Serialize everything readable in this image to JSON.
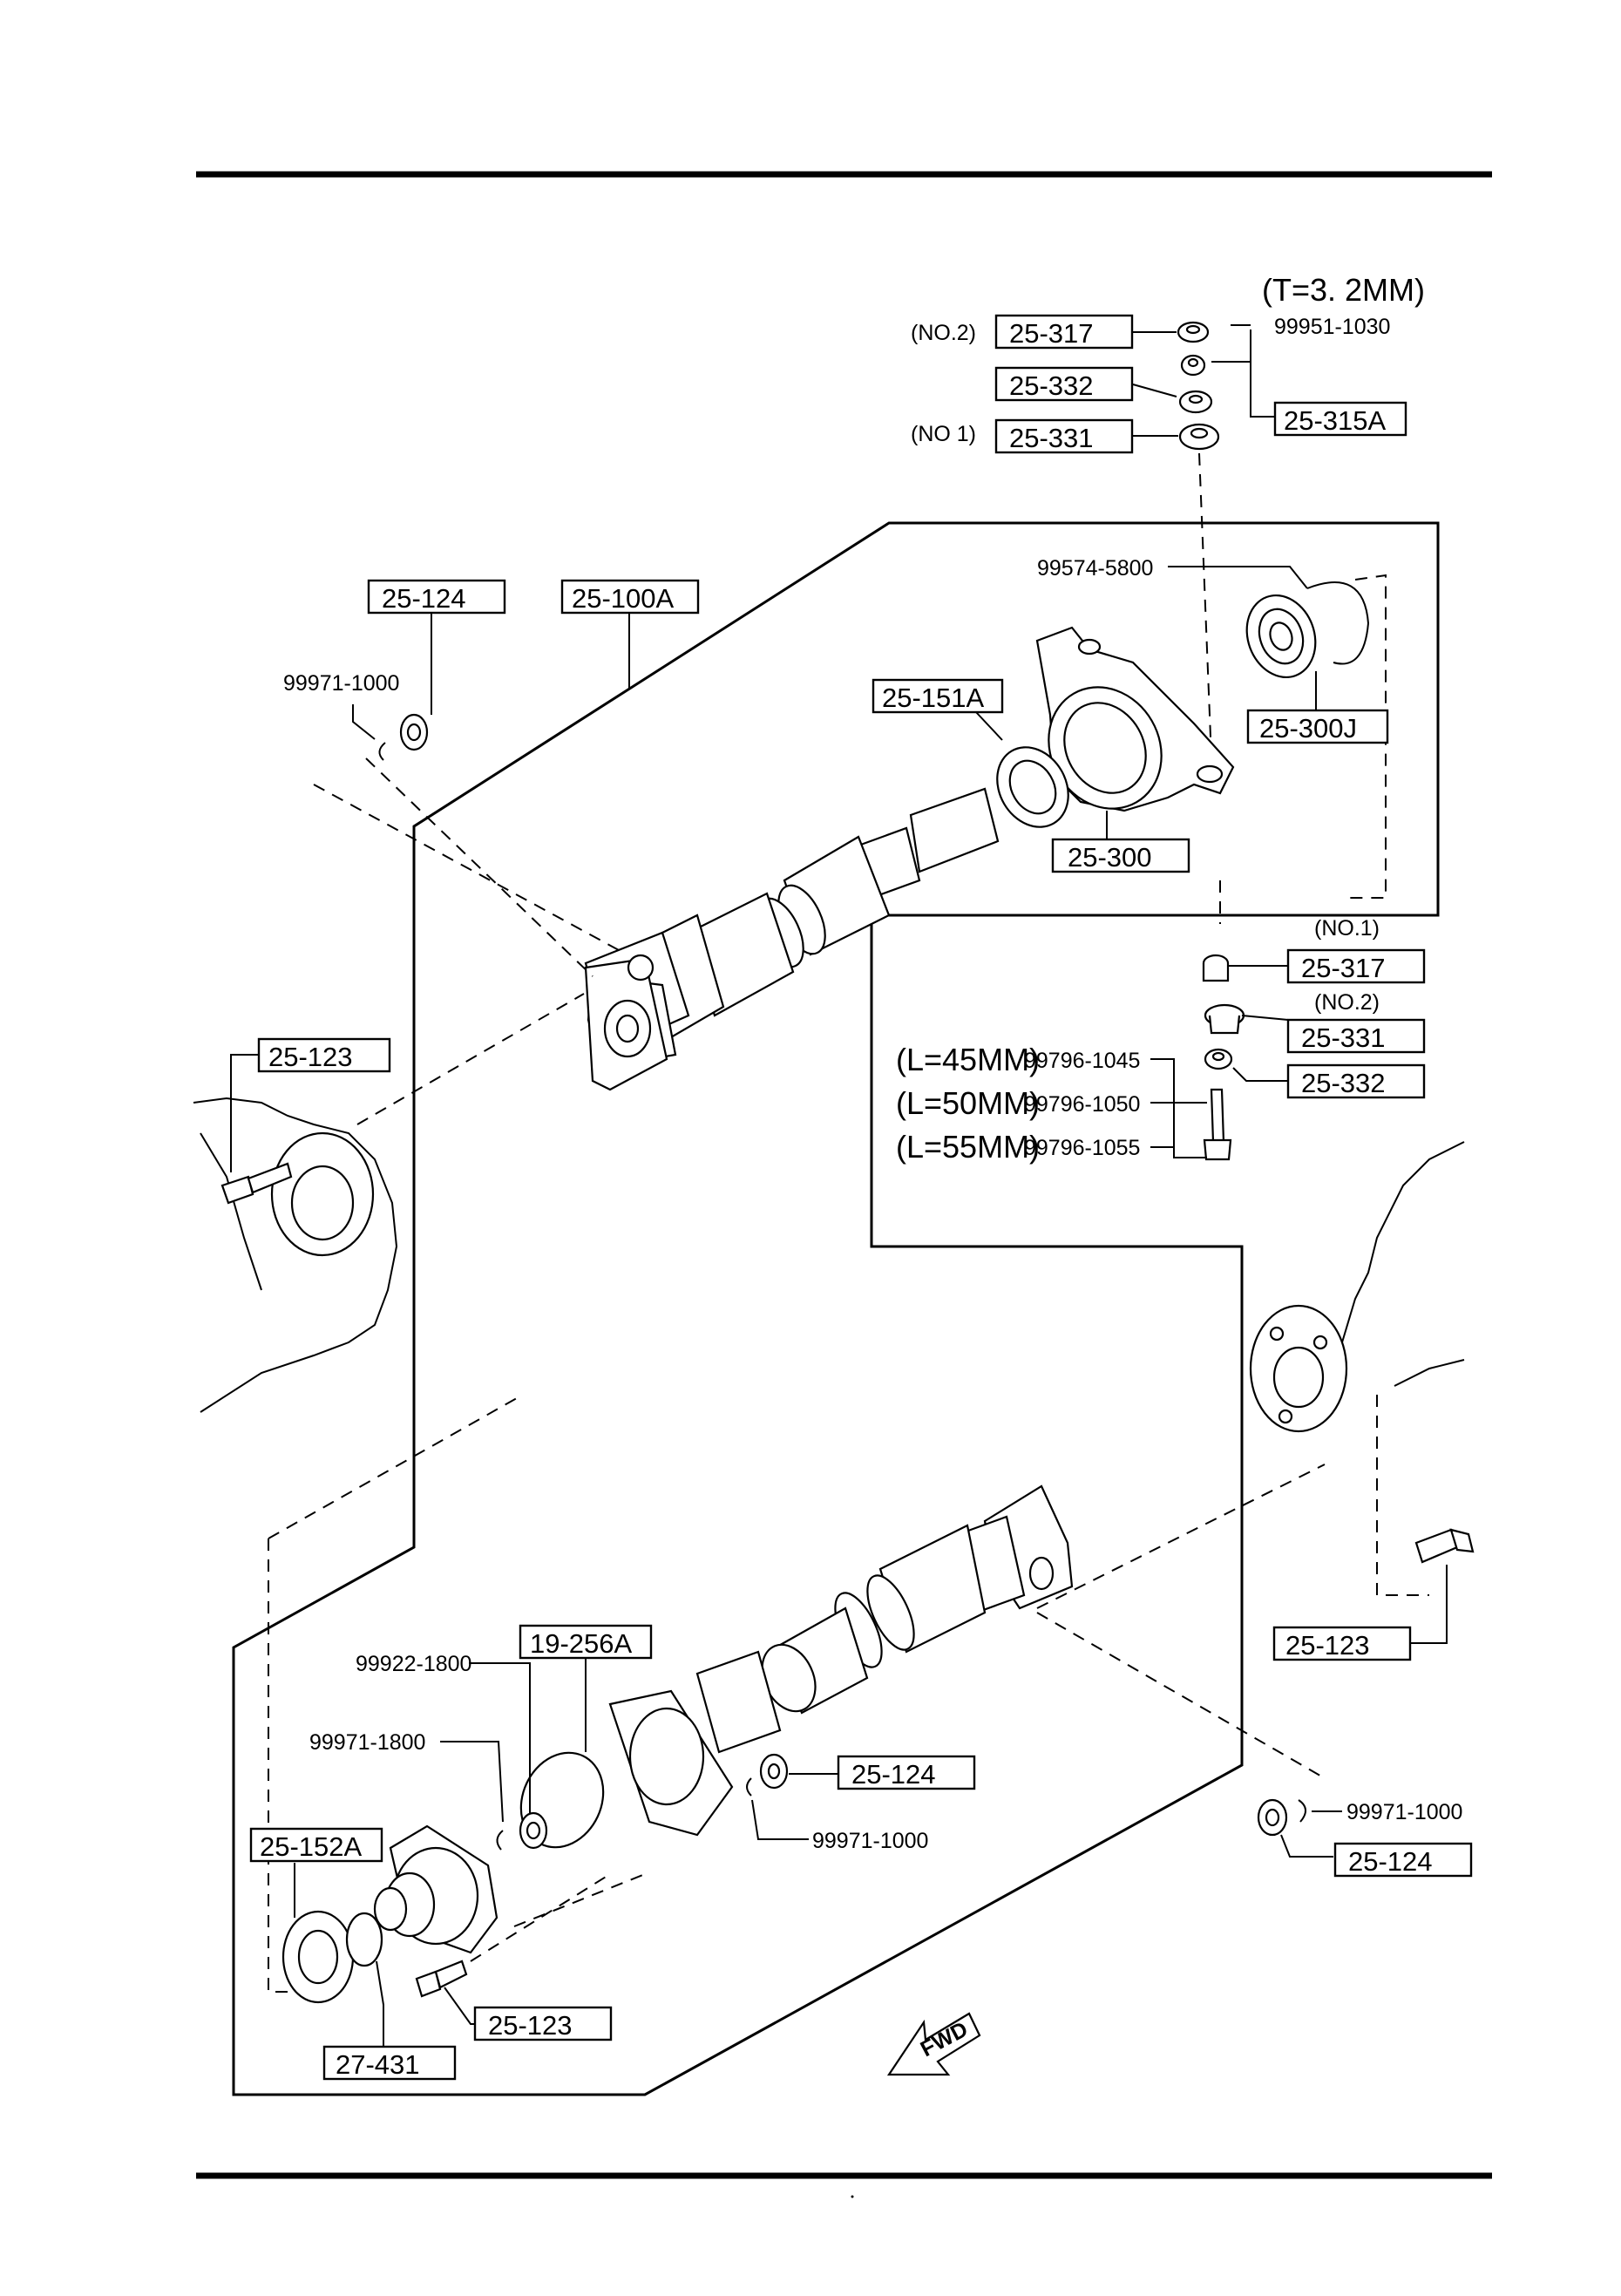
{
  "labels": {
    "t_spec": "(T=3. 2MM)",
    "p_99951_1030": "99951-1030",
    "no2_top": "(NO.2)",
    "p_25_317_top": "25-317",
    "p_25_332_top": "25-332",
    "no1_top": "(NO 1)",
    "p_25_331_top": "25-331",
    "p_25_315a": "25-315A",
    "p_99574_5800": "99574-5800",
    "p_25_124_top": "25-124",
    "p_25_100a": "25-100A",
    "p_99971_1000_top": "99971-1000",
    "p_25_151a": "25-151A",
    "p_25_300j": "25-300J",
    "p_25_300": "25-300",
    "no1_mid": "(NO.1)",
    "p_25_317_mid": "25-317",
    "no2_mid": "(NO.2)",
    "p_25_331_mid": "25-331",
    "p_25_332_mid": "25-332",
    "l45": "(L=45MM)",
    "p_99796_1045": "99796-1045",
    "l50": "(L=50MM)",
    "p_99796_1050": "99796-1050",
    "l55": "(L=55MM)",
    "p_99796_1055": "99796-1055",
    "p_25_123_left": "25-123",
    "p_25_123_right": "25-123",
    "p_19_256a": "19-256A",
    "p_99922_1800": "99922-1800",
    "p_99971_1800": "99971-1800",
    "p_25_124_mid": "25-124",
    "p_99971_1000_mid": "99971-1000",
    "p_99971_1000_right": "99971-1000",
    "p_25_124_right": "25-124",
    "p_25_152a": "25-152A",
    "p_25_123_bottom": "25-123",
    "p_27_431": "27-431",
    "fwd": "FWD"
  }
}
